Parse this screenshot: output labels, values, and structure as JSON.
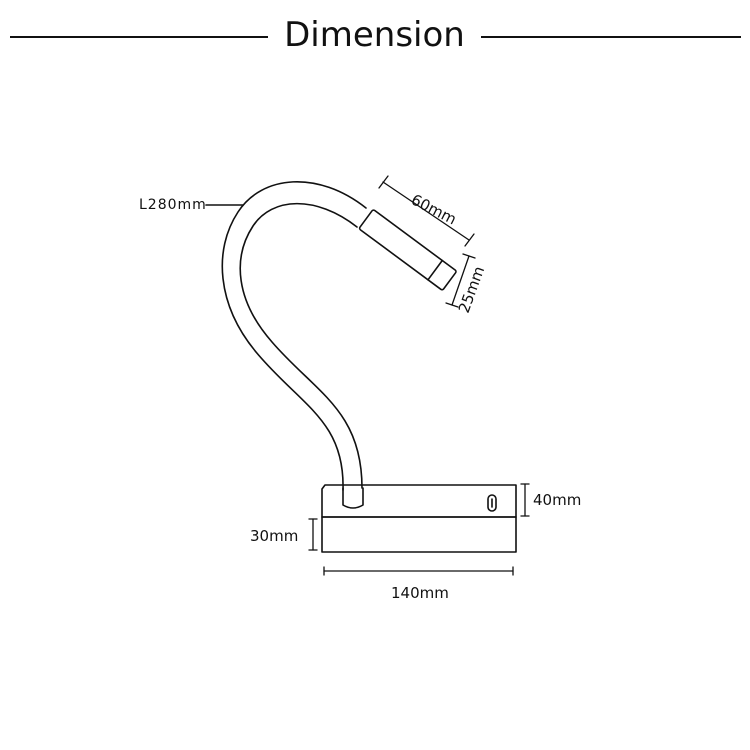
{
  "title": "Dimension",
  "labels": {
    "arm_length": "L280mm",
    "head_length": "60mm",
    "head_diameter": "25mm",
    "base_height": "40mm",
    "base_depth": "30mm",
    "base_width": "140mm"
  },
  "colors": {
    "line": "#111111",
    "background": "#ffffff"
  }
}
